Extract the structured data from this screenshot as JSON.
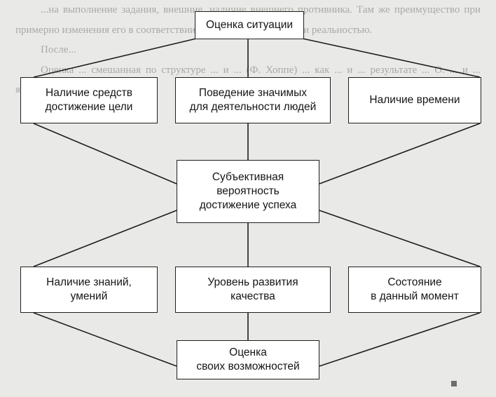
{
  "diagram": {
    "top": "Оценка ситуации",
    "row1": [
      "Наличие средств\nдостижение цели",
      "Поведение значимых\nдля деятельности людей",
      "Наличие времени"
    ],
    "center": "Субъективная\nвероятность\nдостижение успеха",
    "row2": [
      "Наличие знаний,\nумений",
      "Уровень развития\nкачества",
      "Состояние\nв данный момент"
    ],
    "bottom": "Оценка\nсвоих возможностей"
  },
  "background_text": [
    "...на выполнение задания, внешние, наличие внешнего противника. Там же преимущество при примерно изменения его в соответствии с целями деятельности и реальностью.",
    "После...",
    "Оценка ... смешанная по структуре ... и ... (Ф. Хоппе) ... как ... и ... результате ... О. ... и ... являются ... он ... и ... ."
  ],
  "colors": {
    "page_bg": "#e9e9e7",
    "box_border": "#1e1e1e",
    "box_fill": "#ffffff",
    "text": "#151515"
  }
}
